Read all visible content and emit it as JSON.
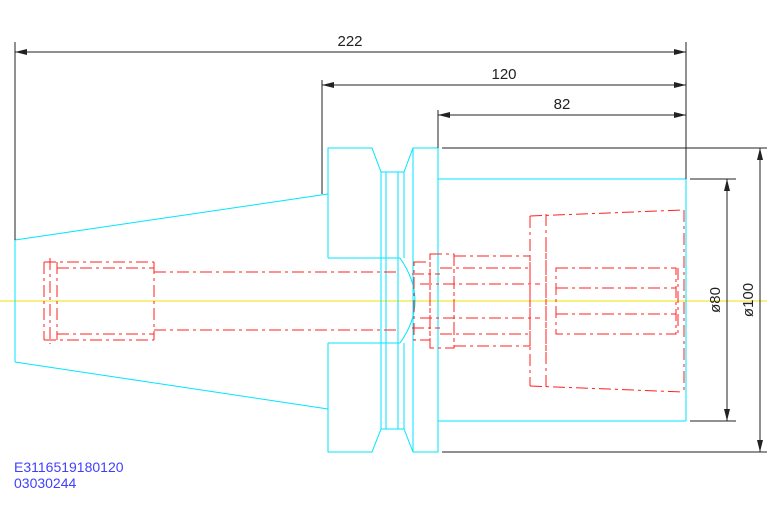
{
  "dimensions": {
    "overall_length": "222",
    "body_length": "120",
    "sleeve_length": "82",
    "inner_diameter": "ø80",
    "outer_diameter": "ø100"
  },
  "info": {
    "part_number": "E3116519180120",
    "code": "03030244"
  },
  "colors": {
    "outline": "#00e5ff",
    "hidden_lines": "#ff2020",
    "centerline": "#f0e000",
    "dimension": "#222222",
    "text_info": "#4040ff"
  }
}
